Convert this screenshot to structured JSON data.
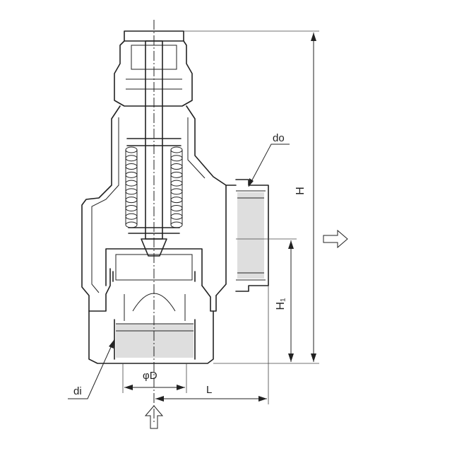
{
  "labels": {
    "height_total": "H",
    "height_inlet": "H₁",
    "outlet_diameter": "do",
    "inlet_diameter": "di",
    "bore_diameter": "φD",
    "length": "L"
  },
  "flow": {
    "inlet_icon": "arrow-up-icon",
    "outlet_icon": "arrow-right-icon"
  },
  "colors": {
    "line": "#222222",
    "shade": "#dedede",
    "background": "#ffffff"
  }
}
